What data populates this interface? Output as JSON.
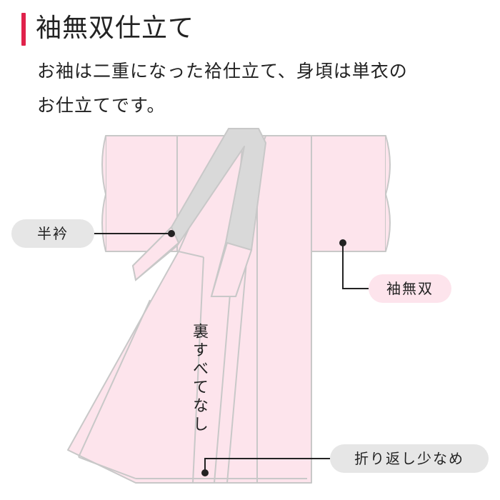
{
  "header": {
    "title": "袖無双仕立て",
    "description_lines": [
      "お袖は二重になった袷仕立て、身頃は単衣の",
      "お仕立てです。"
    ]
  },
  "labels": {
    "collar": "半衿",
    "sleeve": "袖無双",
    "lining": "裏すべてなし",
    "hem": "折り返し少なめ"
  },
  "colors": {
    "accent": "#e0224b",
    "kimono_fill": "#fde4ec",
    "outline": "#c8c8c8",
    "collar_fill": "#d9d9d9",
    "label_gray": "#e6e6e6",
    "label_pink": "#fde4ec"
  }
}
